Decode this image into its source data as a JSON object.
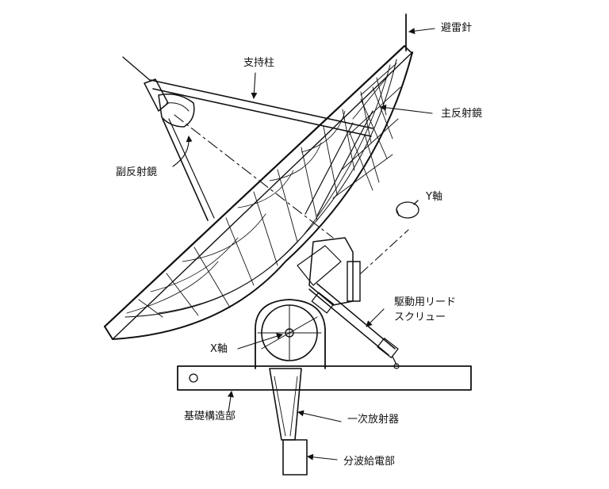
{
  "labels": {
    "lightning_rod": "避雷針",
    "support_strut": "支持柱",
    "main_reflector": "主反射鏡",
    "sub_reflector": "副反射鏡",
    "y_axis": "Y軸",
    "drive_screw_line1": "駆動用リード",
    "drive_screw_line2": "スクリュー",
    "x_axis": "X軸",
    "base_structure": "基礎構造部",
    "primary_radiator": "一次放射器",
    "feed_section": "分波給電部"
  },
  "colors": {
    "ink": "#111111",
    "background": "#ffffff"
  }
}
